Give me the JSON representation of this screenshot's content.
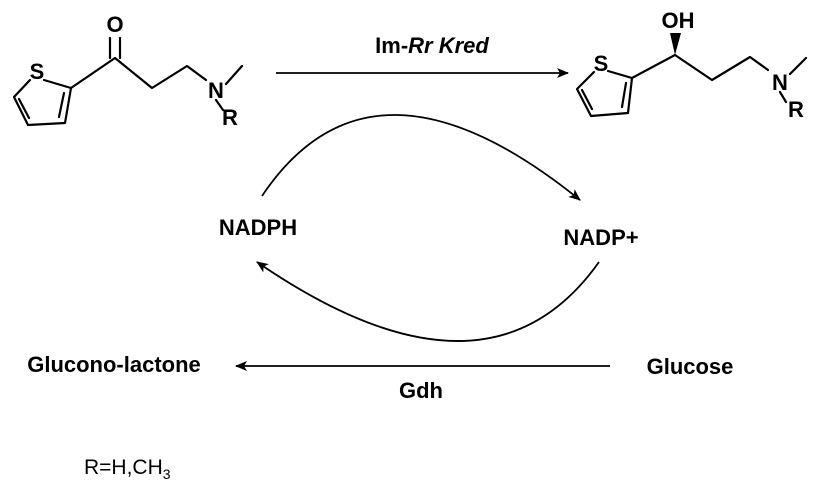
{
  "reaction": {
    "enzyme_prefix": "Im-",
    "enzyme_italic": "Rr Kred",
    "cofactor_reduced": "NADPH",
    "cofactor_oxidized": "NADP+",
    "cosubstrate": "Glucose",
    "coproduct": "Glucono-lactone",
    "cofactor_enzyme": "Gdh",
    "r_definition_main": "R=H,CH",
    "r_definition_sub": "3"
  },
  "atoms": {
    "sulfur": "S",
    "oxygen_ketone": "O",
    "nitrogen": "N",
    "r_group": "R",
    "hydroxyl": "OH"
  }
}
